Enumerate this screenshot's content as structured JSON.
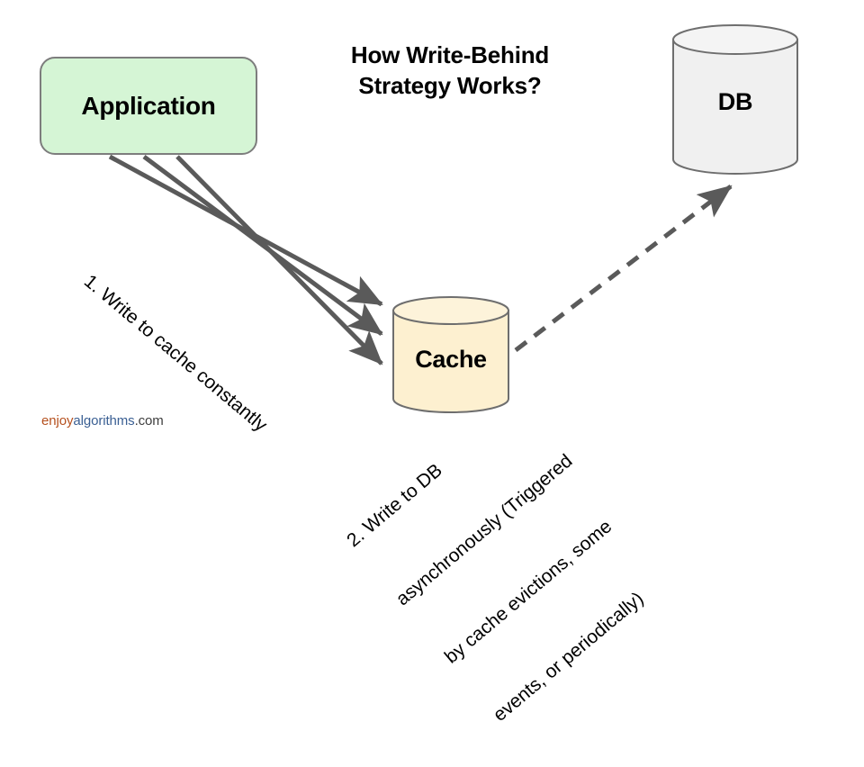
{
  "diagram": {
    "title_line_1": "How Write-Behind",
    "title_line_2": "Strategy Works?",
    "colors": {
      "application_fill": "#d5f5d5",
      "cache_fill": "#fdf0d0",
      "db_fill": "#f0f0f0",
      "node_stroke": "#7d7d7d",
      "arrow_stroke": "#5a5a5a",
      "text": "#000000"
    },
    "nodes": [
      {
        "id": "application",
        "label": "Application",
        "shape": "rounded-rectangle",
        "fill": "#d5f5d5"
      },
      {
        "id": "cache",
        "label": "Cache",
        "shape": "cylinder",
        "fill": "#fdf0d0"
      },
      {
        "id": "db",
        "label": "DB",
        "shape": "cylinder",
        "fill": "#f0f0f0"
      }
    ],
    "edges": [
      {
        "id": "app-to-cache",
        "from": "application",
        "to": "cache",
        "style": "solid",
        "arrow_count": 3,
        "label": "1. Write to cache constantly"
      },
      {
        "id": "cache-to-db",
        "from": "cache",
        "to": "db",
        "style": "dashed",
        "arrow_count": 1,
        "label_lines": [
          "2. Write to DB",
          "asynchronously (Triggered",
          "by cache evictions, some",
          "events, or periodically)"
        ]
      }
    ],
    "watermark": {
      "part_1": "enjoy",
      "part_2": "algorithms",
      "part_3": ".com"
    }
  }
}
